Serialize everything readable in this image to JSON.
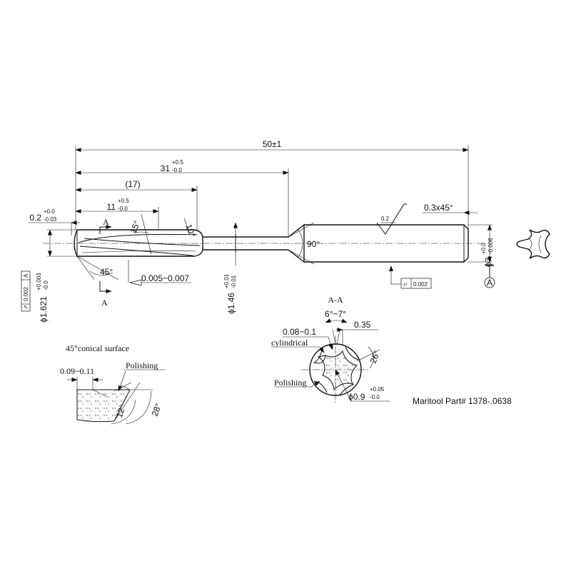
{
  "part_number": "Maritool Part# 1378-.0638",
  "main_view": {
    "overall_length": "50±1",
    "length_31": {
      "nominal": "31",
      "upper": "+0.5",
      "lower": "-0.0"
    },
    "ref_length": "(17)",
    "length_11": {
      "nominal": "11",
      "upper": "+0.5",
      "lower": "-0.0"
    },
    "edge_02": {
      "nominal": "0.2",
      "upper": "+0.0",
      "lower": "-0.03"
    },
    "section_mark": "A",
    "helix_angle": "15°",
    "angle_10": "10°",
    "angle_45": "45°",
    "angle_90": "90°",
    "chamfer": "0.3x45°",
    "surface_finish": "0.2",
    "runout_005": "0.005~0.007",
    "dia_1621": {
      "nominal": "ϕ1.621",
      "upper": "+0.003",
      "lower": "-0.0"
    },
    "dia_146": {
      "nominal": "ϕ1.46",
      "upper": "+0.01",
      "lower": "-0.01"
    },
    "dia_3": {
      "nominal": "ϕ3",
      "upper": "+0.0",
      "lower": "-0.006"
    },
    "tol_frame_left": {
      "symbol": "↗",
      "value": "0.002",
      "datum": "A"
    },
    "tol_frame_right": {
      "symbol": "⌭",
      "value": "0.002"
    },
    "datum": "A"
  },
  "section_view": {
    "title": "A-A",
    "angle_6_7": "6°~7°",
    "land_width": "0.08~0.1",
    "dim_035": "0.35",
    "cylindrical": "cylindrical",
    "angle_26": "26°",
    "polishing": "Polishing",
    "core_dia": {
      "nominal": "ϕ0.9",
      "upper": "+0.05",
      "lower": "-0.0"
    }
  },
  "detail_view": {
    "conical": "45°conical surface",
    "range": "0.09~0.11",
    "polishing": "Polishing",
    "angle_12": "12°",
    "angle_28": "28°"
  }
}
